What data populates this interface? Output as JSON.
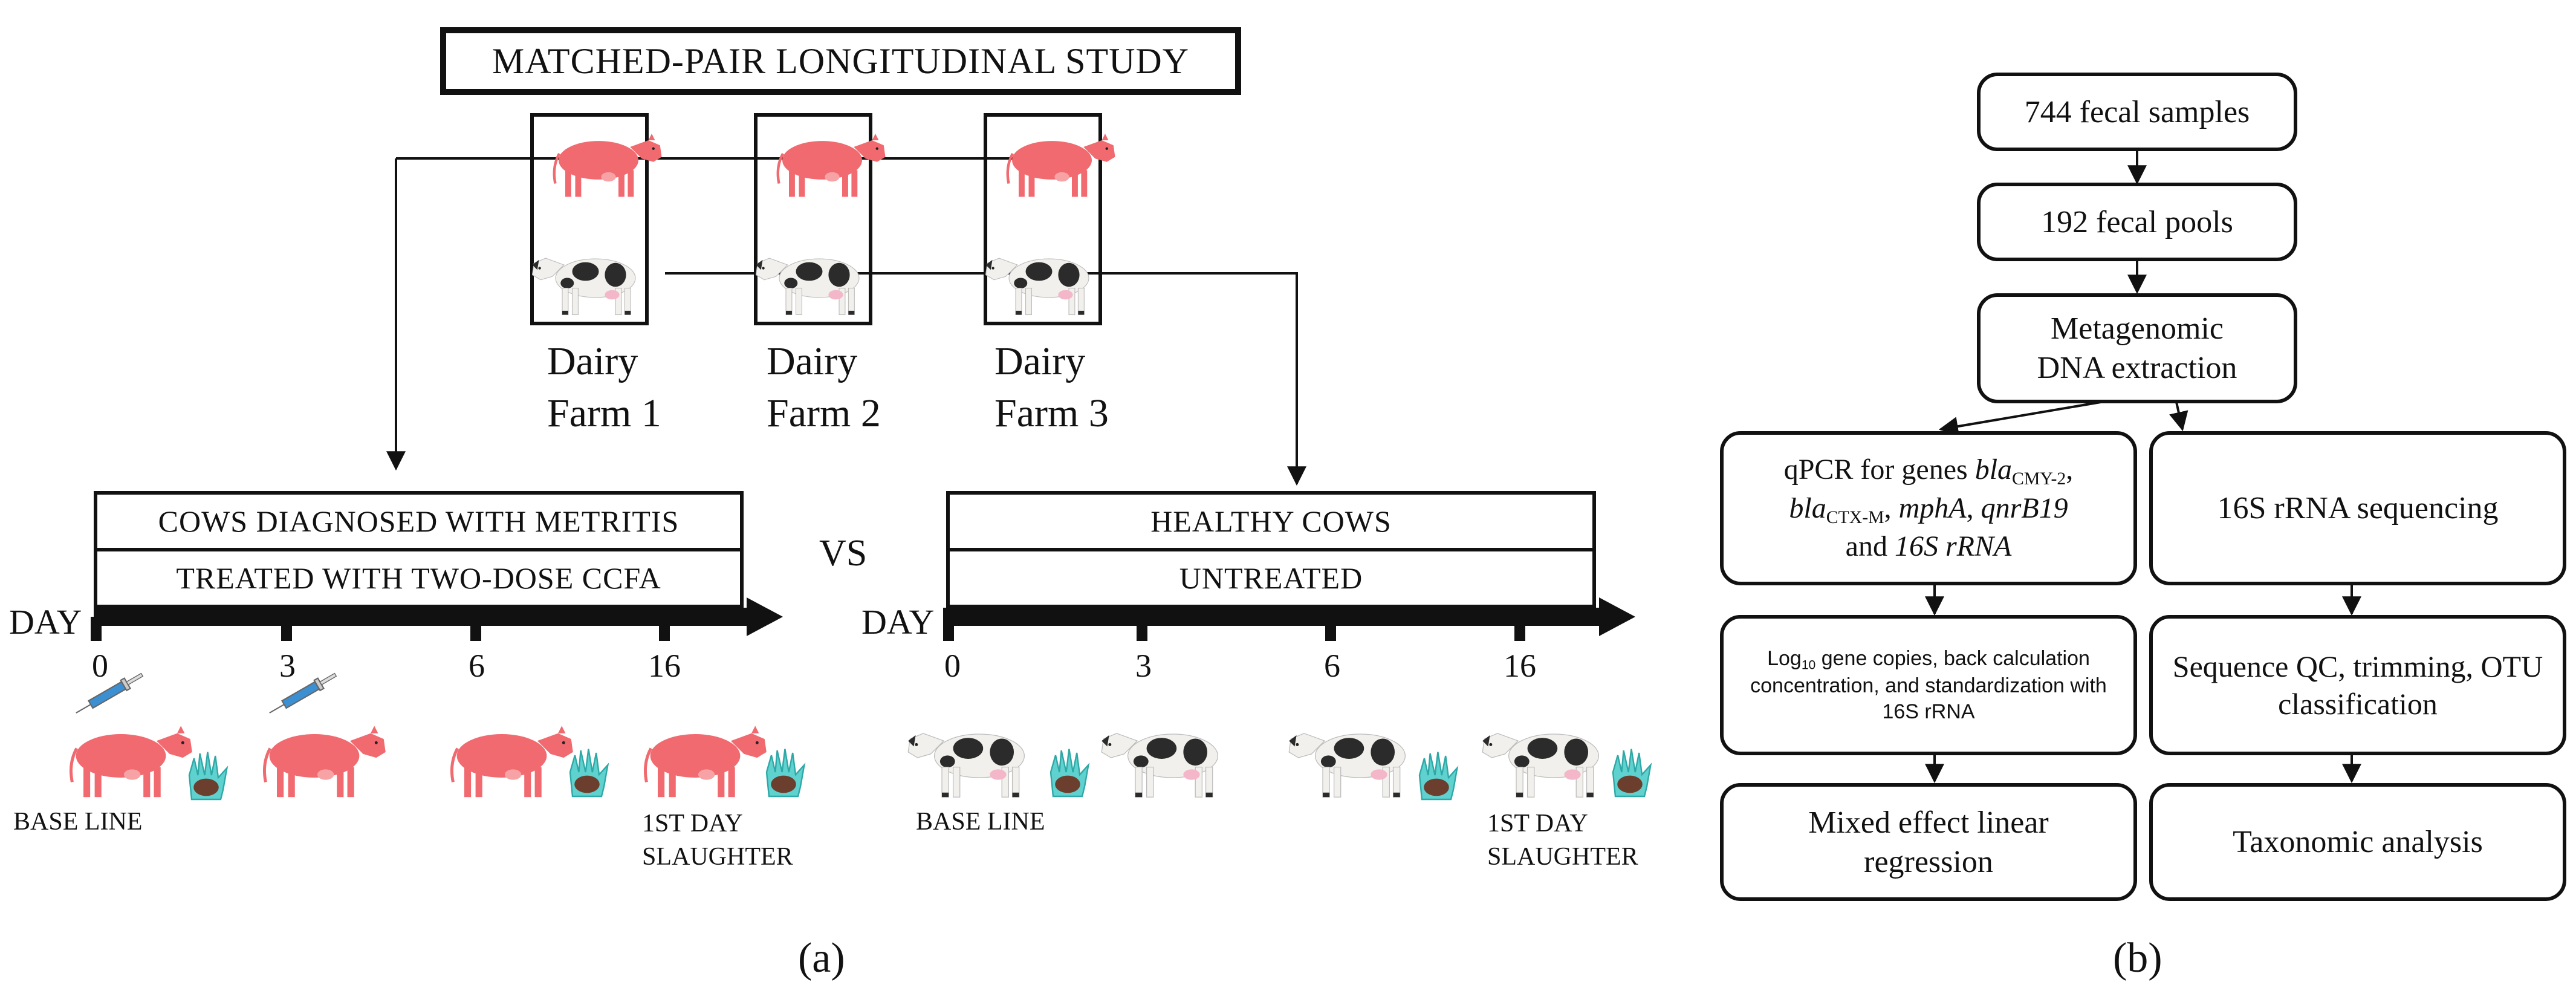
{
  "panel_a": {
    "title": "MATCHED-PAIR LONGITUDINAL STUDY",
    "farms": [
      {
        "line1": "Dairy",
        "line2": "Farm 1"
      },
      {
        "line1": "Dairy",
        "line2": "Farm 2"
      },
      {
        "line1": "Dairy",
        "line2": "Farm 3"
      }
    ],
    "treated": {
      "header": "COWS DIAGNOSED WITH METRITIS",
      "sub": "TREATED WITH TWO-DOSE CCFA"
    },
    "control": {
      "header": "HEALTHY COWS",
      "sub": "UNTREATED"
    },
    "vs": "VS",
    "day_label": "DAY",
    "days": [
      "0",
      "3",
      "6",
      "16"
    ],
    "baseline": "BASE LINE",
    "slaughter_line1": "1ST DAY",
    "slaughter_line2": "SLAUGHTER",
    "label": "(a)"
  },
  "panel_b": {
    "step1": "744 fecal samples",
    "step2": "192 fecal pools",
    "step3_line1": "Metagenomic",
    "step3_line2": "DNA extraction",
    "qpcr": {
      "prefix": "qPCR for genes ",
      "g1": "bla",
      "g1sub": "CMY-2",
      "g2": "bla",
      "g2sub": "CTX-M",
      "g3": "mphA",
      "g4": "qnrB19",
      "and": " and ",
      "g5": "16S rRNA"
    },
    "seq": "16S rRNA sequencing",
    "log": {
      "pre": "Log",
      "sub": "10",
      "post": " gene copies, back calculation concentration, and standardization with 16S rRNA"
    },
    "qc": "Sequence QC, trimming, OTU classification",
    "mixed": "Mixed effect linear regression",
    "tax": "Taxonomic analysis",
    "label": "(b)"
  },
  "colors": {
    "red_cow": "#f06a6f",
    "holstein_black": "#2b2b2b",
    "holstein_white": "#f2f0ec",
    "glove": "#5fd1cf",
    "feces": "#6b3e2e",
    "syringe": "#3c8fd1"
  }
}
